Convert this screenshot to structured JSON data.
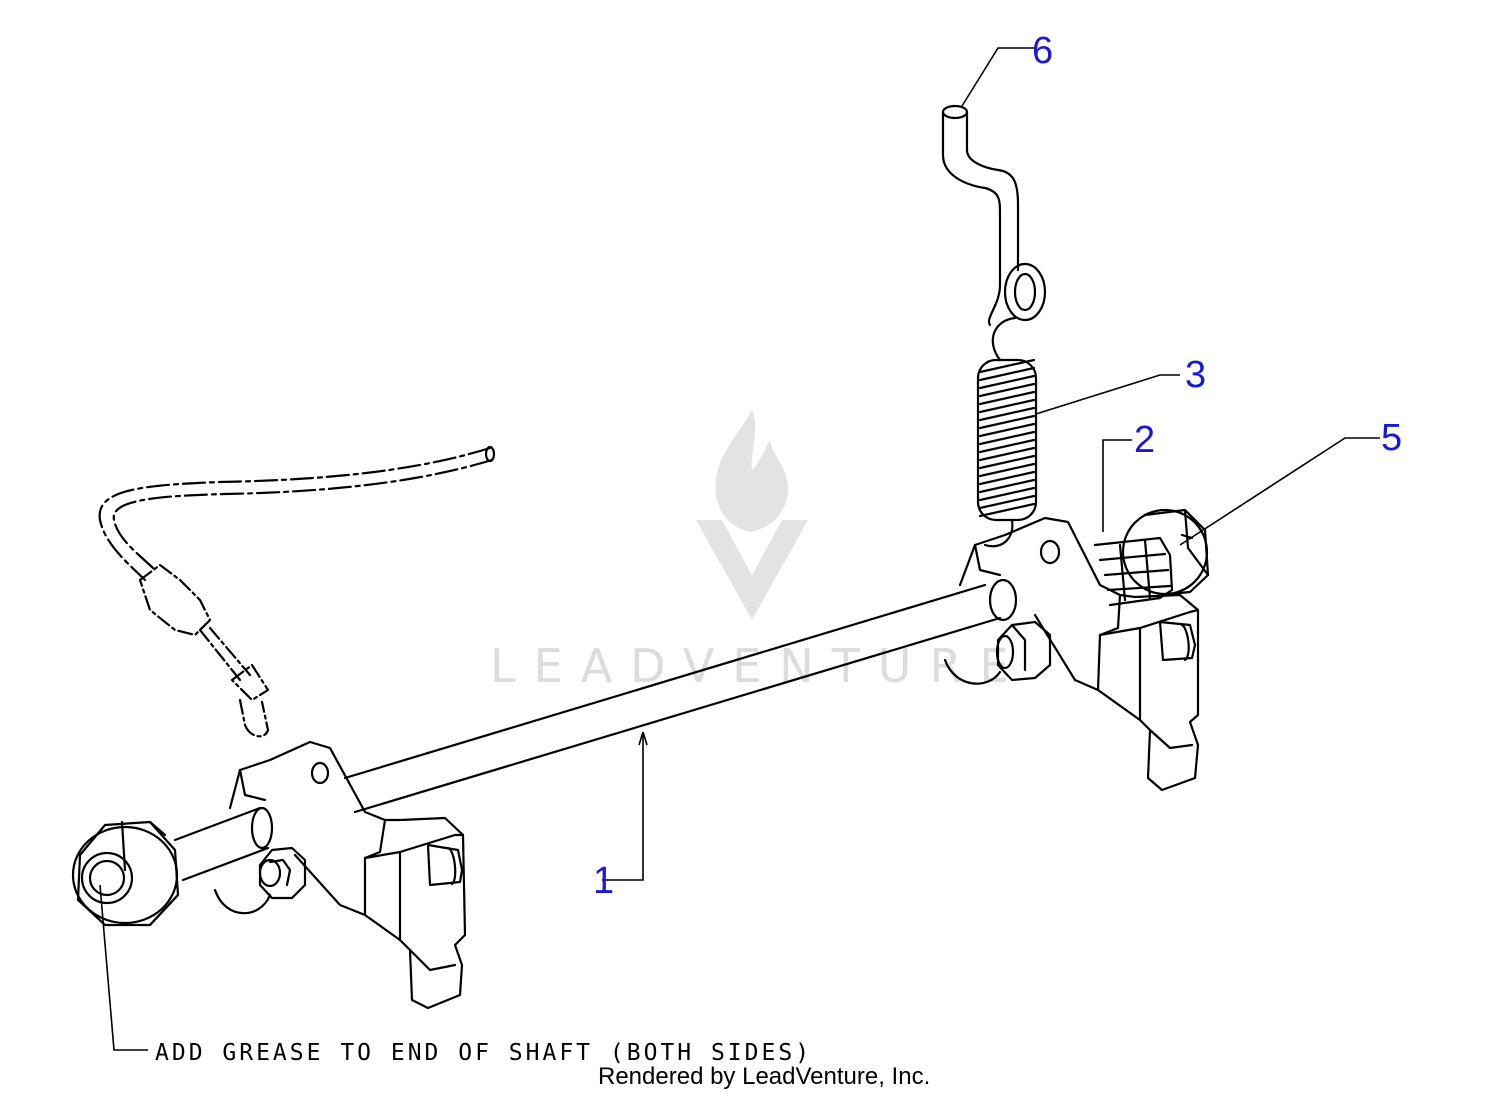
{
  "colors": {
    "line": "#000000",
    "callout": "#1a1ad4",
    "watermark": "#dcdcdc",
    "background": "#ffffff"
  },
  "callouts": {
    "c1": "1",
    "c2": "2",
    "c3": "3",
    "c5": "5",
    "c6": "6"
  },
  "note": "ADD GREASE TO END OF SHAFT (BOTH SIDES)",
  "credit": "Rendered by LeadVenture, Inc.",
  "watermark": {
    "text": "LEADVENTURE",
    "icon": "leadventure-flame-logo"
  }
}
